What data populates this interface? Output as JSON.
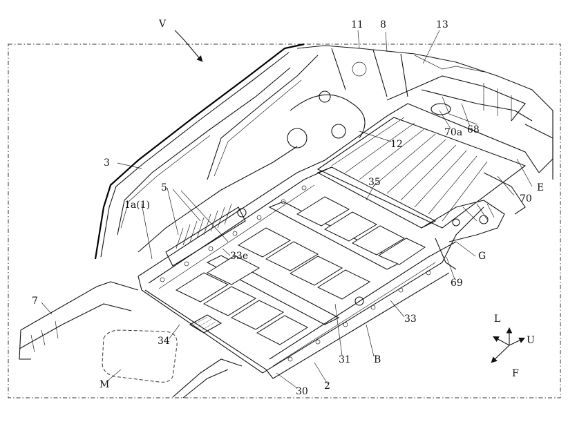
{
  "labels": {
    "v": "V",
    "n11": "11",
    "n8": "8",
    "n13": "13",
    "n70a": "70a",
    "n68": "68",
    "n12": "12",
    "n3": "3",
    "n5": "5",
    "n1a": "1a(1)",
    "n35": "35",
    "n70": "70",
    "n_e": "E",
    "n33e": "33e",
    "n_g": "G",
    "n69": "69",
    "n7": "7",
    "n33": "33",
    "n34": "34",
    "n31": "31",
    "n_b": "B",
    "n_m": "M",
    "n30": "30",
    "n2": "2",
    "axis_l": "L",
    "axis_u": "U",
    "axis_f": "F"
  }
}
